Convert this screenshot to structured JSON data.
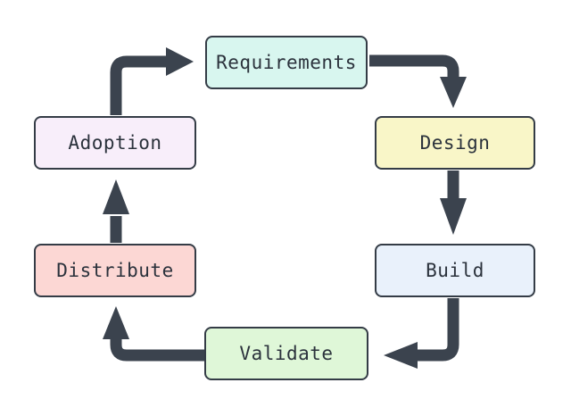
{
  "diagram": {
    "type": "cyclic-flowchart",
    "background": "#ffffff",
    "arrow_color": "#3b434e",
    "border_color": "#343c46",
    "text_color": "#2b323c",
    "nodes": [
      {
        "id": "requirements",
        "label": "Requirements",
        "fill": "#d8f6ef"
      },
      {
        "id": "design",
        "label": "Design",
        "fill": "#f9f6c8"
      },
      {
        "id": "build",
        "label": "Build",
        "fill": "#e9f1fb"
      },
      {
        "id": "validate",
        "label": "Validate",
        "fill": "#dff7d8"
      },
      {
        "id": "distribute",
        "label": "Distribute",
        "fill": "#fcd7d4"
      },
      {
        "id": "adoption",
        "label": "Adoption",
        "fill": "#f8eefa"
      }
    ],
    "edges": [
      {
        "from": "requirements",
        "to": "design"
      },
      {
        "from": "design",
        "to": "build"
      },
      {
        "from": "build",
        "to": "validate"
      },
      {
        "from": "validate",
        "to": "distribute"
      },
      {
        "from": "distribute",
        "to": "adoption"
      },
      {
        "from": "adoption",
        "to": "requirements"
      }
    ]
  }
}
